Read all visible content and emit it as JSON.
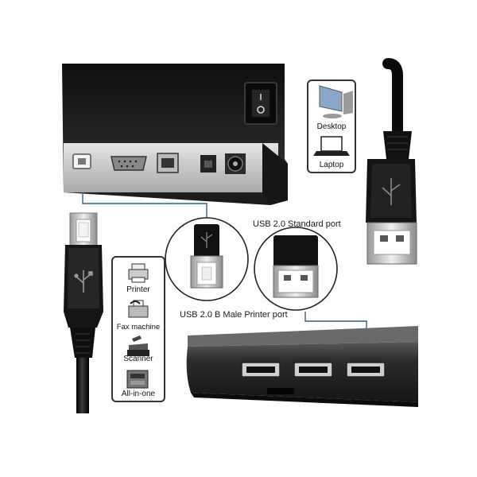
{
  "computers_card": {
    "items": [
      {
        "label": "Desktop",
        "icon": "desktop-computer-icon"
      },
      {
        "label": "Laptop",
        "icon": "laptop-icon"
      }
    ]
  },
  "devices_card": {
    "items": [
      {
        "label": "Printer",
        "icon": "printer-icon"
      },
      {
        "label": "Fax machine",
        "icon": "fax-machine-icon"
      },
      {
        "label": "Scanner",
        "icon": "scanner-icon"
      },
      {
        "label": "All-in-one",
        "icon": "all-in-one-icon"
      }
    ]
  },
  "callouts": {
    "b_port": "USB 2.0 B Male Printer port",
    "standard_port": "USB 2.0 Standard port"
  },
  "colors": {
    "printer_body": "#1b1b1b",
    "rear_panel": "#c9c9c9",
    "cable": "#111111",
    "connector_metal": "#d4d4d4",
    "leader_line": "#2c5f8a",
    "laptop_body": "#2a2a2a"
  }
}
